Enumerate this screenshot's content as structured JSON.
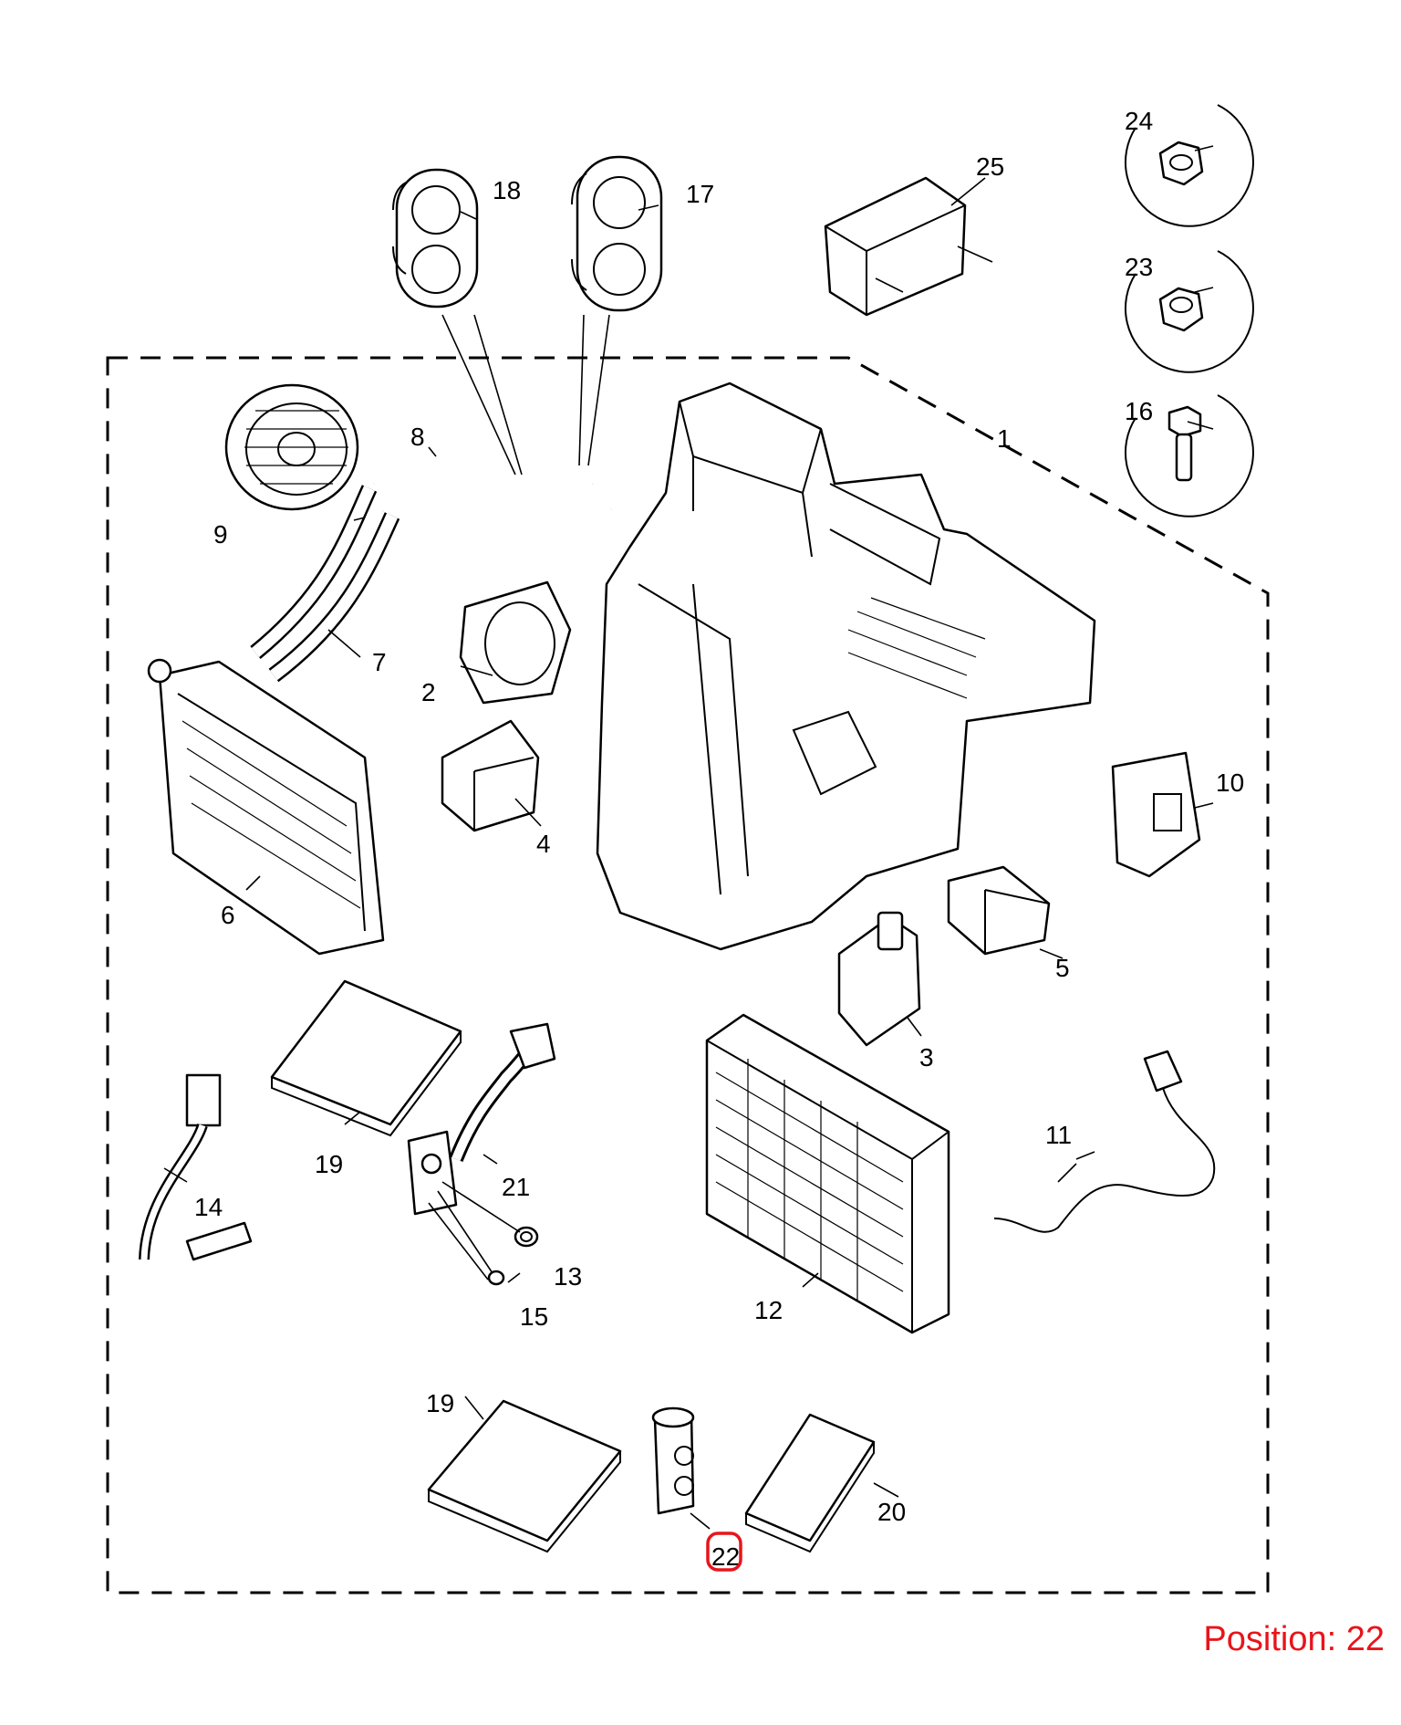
{
  "callouts": {
    "c1": "1",
    "c2": "2",
    "c3": "3",
    "c4": "4",
    "c5": "5",
    "c6": "6",
    "c7": "7",
    "c8": "8",
    "c9": "9",
    "c10": "10",
    "c11": "11",
    "c12": "12",
    "c13": "13",
    "c14": "14",
    "c15": "15",
    "c16": "16",
    "c17": "17",
    "c18": "18",
    "c19a": "19",
    "c19b": "19",
    "c20": "20",
    "c21": "21",
    "c22": "22",
    "c23": "23",
    "c24": "24",
    "c25": "25"
  },
  "highlight": {
    "target": "22",
    "color": "#e8141b"
  },
  "position_label": "Position: 22"
}
